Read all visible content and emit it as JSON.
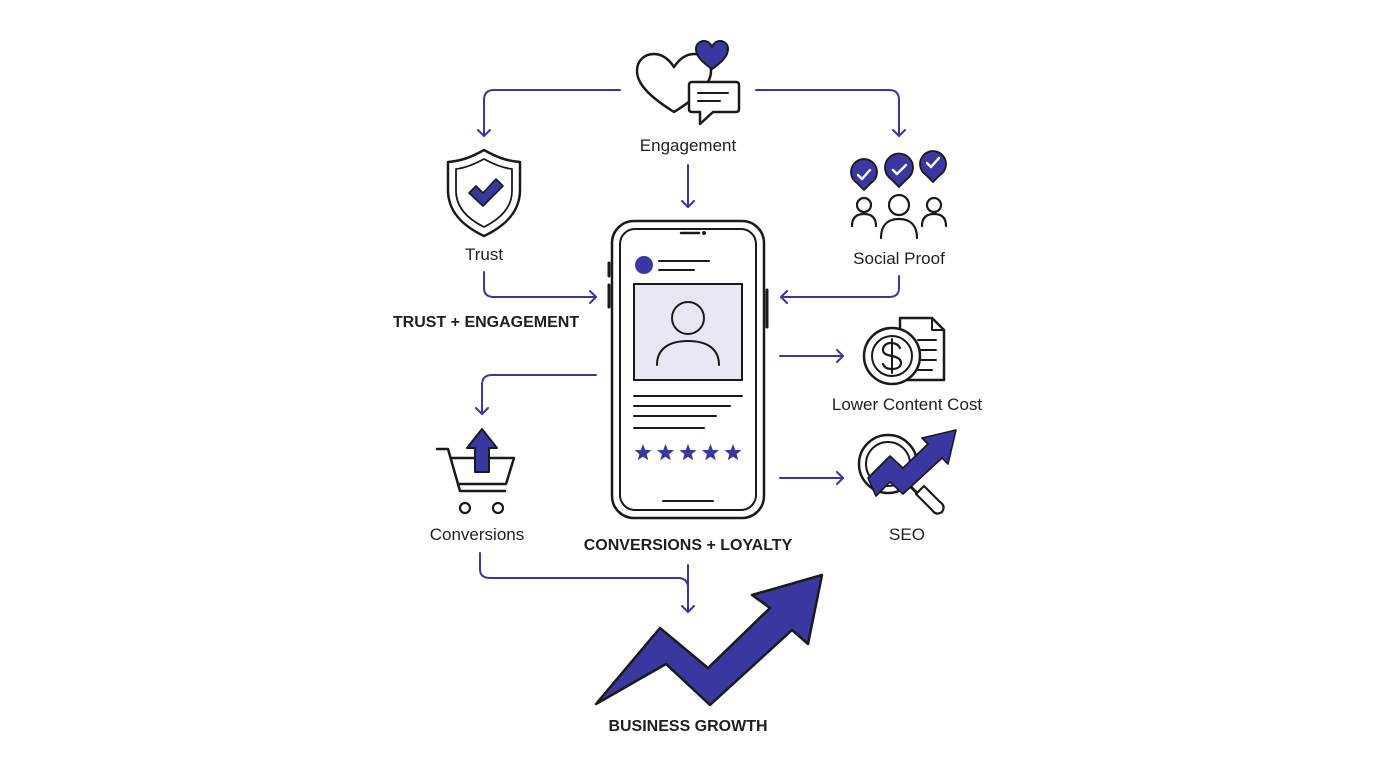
{
  "colors": {
    "accent": "#3a37a0",
    "accent_light": "#e8e8f5",
    "ink": "#1a1a1a",
    "background": "#ffffff"
  },
  "nodes": {
    "engagement": {
      "label": "Engagement",
      "icon": "heart-chat-icon"
    },
    "trust": {
      "label": "Trust",
      "icon": "shield-check-icon"
    },
    "social_proof": {
      "label": "Social Proof",
      "icon": "people-check-icon"
    },
    "trust_engagement": {
      "label": "TRUST + ENGAGEMENT"
    },
    "lower_content_cost": {
      "label": "Lower Content Cost",
      "icon": "coin-document-icon"
    },
    "seo": {
      "label": "SEO",
      "icon": "magnifier-growth-icon"
    },
    "conversions": {
      "label": "Conversions",
      "icon": "cart-upload-icon"
    },
    "conversions_loyalty": {
      "label": "CONVERSIONS + LOYALTY"
    },
    "business_growth": {
      "label": "BUSINESS GROWTH",
      "icon": "growth-arrow-icon"
    },
    "phone": {
      "icon": "smartphone-review-icon",
      "star_rating": 5
    }
  }
}
